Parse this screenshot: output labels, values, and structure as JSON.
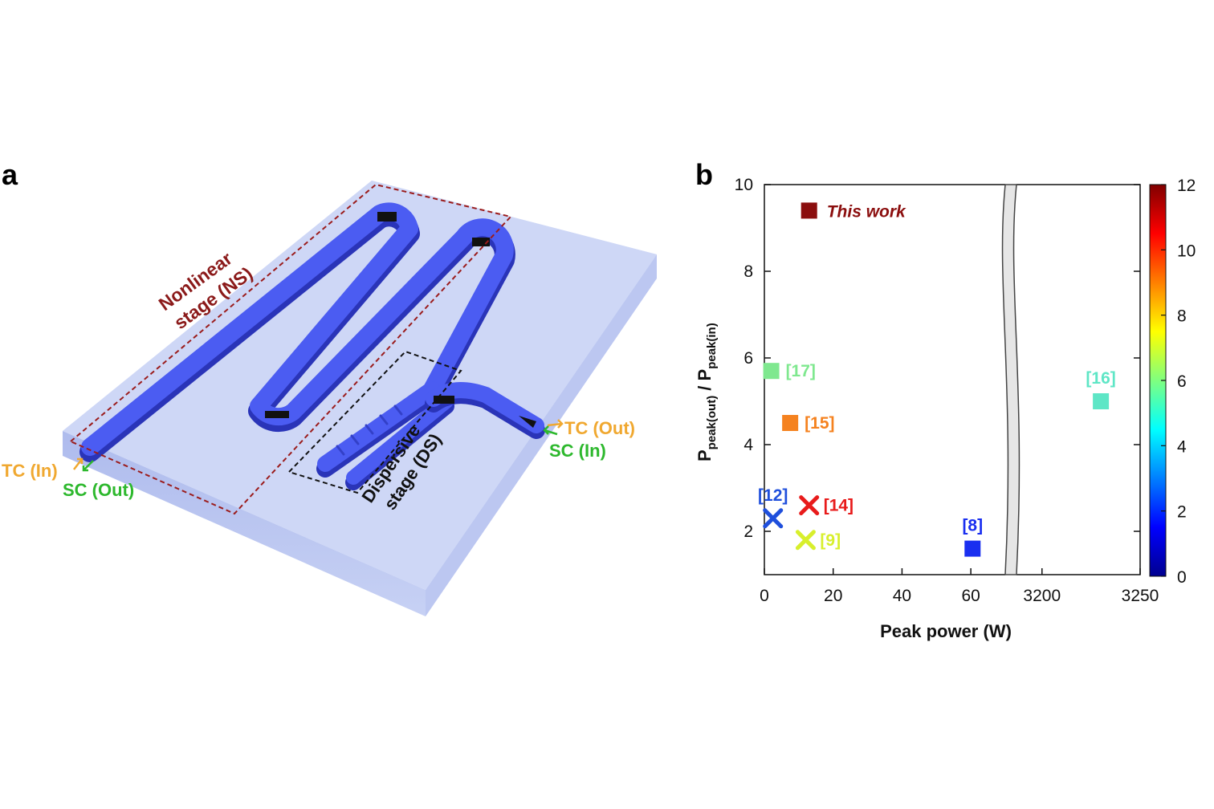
{
  "panel_a": {
    "letter": "a",
    "nonlinear_label_1": "Nonlinear",
    "nonlinear_label_2": "stage (NS)",
    "dispersive_label_1": "Dispersive",
    "dispersive_label_2": "stage (DS)",
    "tc_in": "TC (In)",
    "sc_out": "SC (Out)",
    "tc_out": "TC (Out)",
    "sc_in": "SC (In)",
    "colors": {
      "chip": "#c9d3f5",
      "waveguide": "#4757f0",
      "ns_box": "#9b1c1c",
      "tc": "#f0a830",
      "sc": "#2db82d"
    }
  },
  "panel_b": {
    "letter": "b",
    "chart_data": {
      "type": "scatter",
      "xlabel": "Peak power (W)",
      "ylabel_main": "P",
      "ylabel_sub_out": "peak(out)",
      "ylabel_sep": " / P",
      "ylabel_sub_in": "peak(in)",
      "x_axis_left": {
        "range": [
          0,
          70
        ],
        "ticks": [
          0,
          20,
          40,
          60
        ]
      },
      "x_axis_right": {
        "range": [
          3187,
          3250
        ],
        "ticks": [
          3200,
          3250
        ]
      },
      "ylim": [
        1,
        10
      ],
      "yticks": [
        2,
        4,
        6,
        8,
        10
      ],
      "colorbar": {
        "range": [
          0,
          12
        ],
        "ticks": [
          0,
          2,
          4,
          6,
          8,
          10,
          12
        ]
      },
      "points": [
        {
          "label": "This work",
          "x": 13,
          "y": 9.4,
          "marker": "square",
          "color": "#8b0e0e"
        },
        {
          "label": "[17]",
          "x": 2,
          "y": 5.7,
          "marker": "square",
          "color": "#7fe88f"
        },
        {
          "label": "[15]",
          "x": 7.5,
          "y": 4.5,
          "marker": "square",
          "color": "#f5821f"
        },
        {
          "label": "[12]",
          "x": 2.5,
          "y": 2.3,
          "marker": "cross",
          "color": "#1f4fdc"
        },
        {
          "label": "[14]",
          "x": 13,
          "y": 2.6,
          "marker": "cross",
          "color": "#e81b1b"
        },
        {
          "label": "[9]",
          "x": 12,
          "y": 1.8,
          "marker": "cross",
          "color": "#d8ef2c"
        },
        {
          "label": "[8]",
          "x": 60.5,
          "y": 1.6,
          "marker": "square",
          "color": "#1a2ff0"
        },
        {
          "label": "[16]",
          "x": 3230,
          "y": 5.0,
          "marker": "square",
          "color": "#5ee6c6"
        }
      ]
    }
  }
}
